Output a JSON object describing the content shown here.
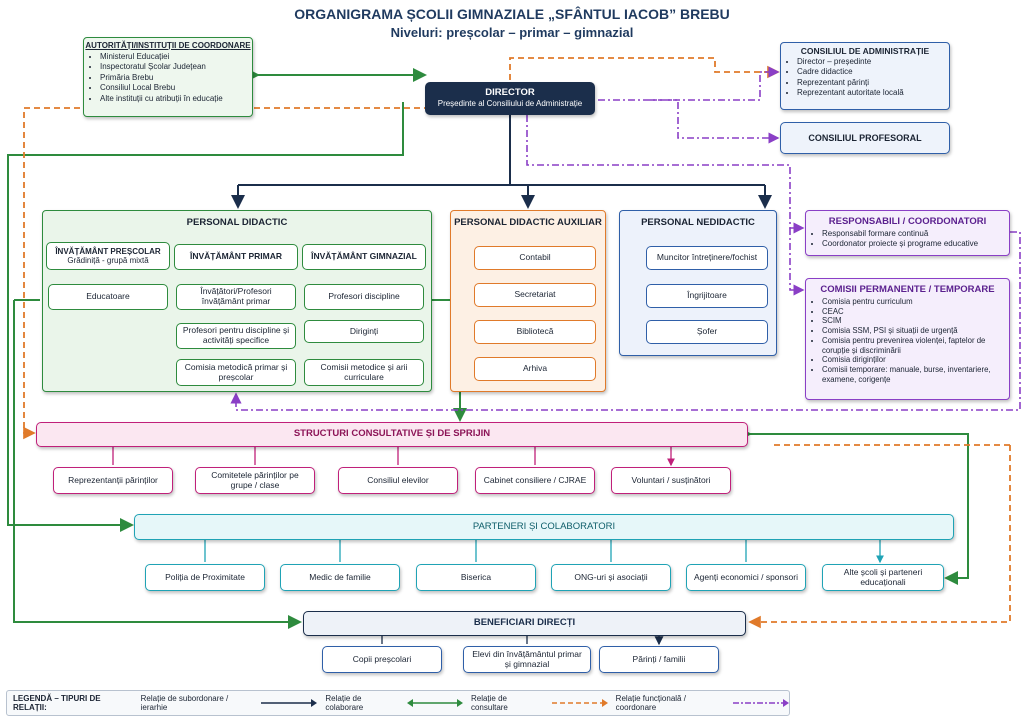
{
  "title": "ORGANIGRAMA ȘCOLII GIMNAZIALE „SFÂNTUL IACOB” BREBU",
  "subtitle": "Niveluri: preșcolar – primar – gimnazial",
  "authorities": {
    "title": "AUTORITĂȚI/INSTITUȚII DE COORDONARE",
    "items": [
      "Ministerul Educației",
      "Inspectoratul Școlar Județean",
      "Primăria Brebu",
      "Consiliul Local Brebu",
      "Alte instituții cu atribuții în educație"
    ]
  },
  "director": {
    "title": "DIRECTOR",
    "subtitle": "Președinte al Consiliului de Administrație"
  },
  "admin_council": {
    "title": "CONSILIUL DE ADMINISTRAȚIE",
    "items": [
      "Director – președinte",
      "Cadre didactice",
      "Reprezentant părinți",
      "Reprezentant autoritate locală"
    ]
  },
  "teachers_council": {
    "title": "CONSILIUL PROFESORAL"
  },
  "didactic": {
    "title": "PERSONAL DIDACTIC",
    "prescolar_title": "ÎNVĂȚĂMÂNT PREȘCOLAR",
    "prescolar_sub": "Grădiniță - grupă mixtă",
    "prescolar_staff": "Educatoare",
    "primar_title": "ÎNVĂȚĂMÂNT PRIMAR",
    "primar_staff": "Învățători/Profesori învățământ primar",
    "primar_specific": "Profesori pentru discipline și activități specifice",
    "primar_commission": "Comisia metodică primar și preșcolar",
    "gimnazial_title": "ÎNVĂȚĂMÂNT GIMNAZIAL",
    "gimnazial_staff": "Profesori discipline",
    "gimnazial_diriginti": "Diriginți",
    "gimnazial_commission": "Comisii metodice și arii curriculare"
  },
  "auxiliary": {
    "title": "PERSONAL DIDACTIC AUXILIAR",
    "items": [
      "Contabil",
      "Secretariat",
      "Bibliotecă",
      "Arhiva"
    ]
  },
  "nondidactic": {
    "title": "PERSONAL NEDIDACTIC",
    "items": [
      "Muncitor întreținere/fochist",
      "Îngrijitoare",
      "Șofer"
    ]
  },
  "responsabili": {
    "title": "RESPONSABILI / COORDONATORI",
    "items": [
      "Responsabil formare continuă",
      "Coordonator proiecte și programe educative"
    ]
  },
  "commissions": {
    "title": "COMISII PERMANENTE / TEMPORARE",
    "items": [
      "Comisia pentru curriculum",
      "CEAC",
      "SCIM",
      "Comisia SSM, PSI și situații de urgență",
      "Comisia pentru prevenirea violenței, faptelor de corupție și discriminării",
      "Comisia diriginților",
      "Comisii temporare: manuale, burse, inventariere, examene, corigențe"
    ]
  },
  "consultative": {
    "title": "STRUCTURI CONSULTATIVE ȘI DE SPRIJIN",
    "items": [
      "Reprezentanții părinților",
      "Comitetele părinților pe grupe / clase",
      "Consiliul elevilor",
      "Cabinet consiliere / CJRAE",
      "Voluntari / susținători"
    ]
  },
  "partners": {
    "title": "PARTENERI ȘI COLABORATORI",
    "items": [
      "Poliția de Proximitate",
      "Medic de familie",
      "Biserica",
      "ONG-uri și asociații",
      "Agenți economici / sponsori",
      "Alte școli și parteneri educaționali"
    ]
  },
  "beneficiaries": {
    "title": "BENEFICIARI DIRECȚI",
    "items": [
      "Copii preșcolari",
      "Elevi din învățământul primar și gimnazial",
      "Părinți / familii"
    ]
  },
  "legend": {
    "title": "LEGENDĂ – TIPURI DE RELAȚII:",
    "items": [
      "Relație de subordonare / ierarhie",
      "Relație de colaborare",
      "Relație de consultare",
      "Relație funcțională / coordonare"
    ]
  },
  "colors": {
    "navy": "#1b2e4b",
    "green": "#2e8b3e",
    "orange": "#e07a2a",
    "purple": "#8a3fc6",
    "magenta": "#c0207a",
    "teal": "#1fa3b5",
    "blue": "#2f5fa8"
  }
}
